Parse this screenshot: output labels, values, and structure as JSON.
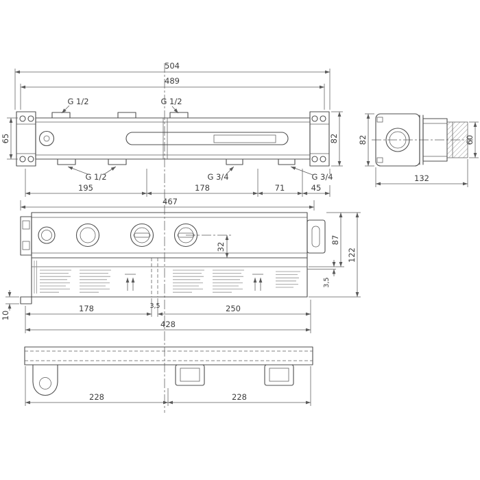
{
  "drawing": {
    "line_color": "#4d4d4d",
    "top_view": {
      "dim_overall_width": "504",
      "dim_mounting_width": "489",
      "port_top_left": "G 1/2",
      "port_top_center": "G 1/2",
      "dim_body_height": "65",
      "dim_overall_height": "82",
      "port_bottom_left": "G 1/2",
      "port_bottom_center": "G 3/4",
      "port_bottom_right": "G 3/4",
      "dim_seg_195": "195",
      "dim_seg_178": "178",
      "dim_seg_71": "71",
      "dim_seg_45": "45",
      "dim_box_width": "467"
    },
    "side_view": {
      "dim_body_height": "82",
      "dim_cap_height": "60",
      "dim_depth": "132"
    },
    "front_view": {
      "dim_center_offset": "32",
      "dim_body_height": "87",
      "dim_overall_height": "122",
      "dim_plate_offset": "3,5",
      "dim_foot_height": "10",
      "dim_seg_178": "178",
      "dim_seg_3_5": "3,5",
      "dim_seg_250": "250",
      "dim_overall_width": "428"
    },
    "bottom_view": {
      "dim_left_spacing": "228",
      "dim_right_spacing": "228"
    }
  }
}
